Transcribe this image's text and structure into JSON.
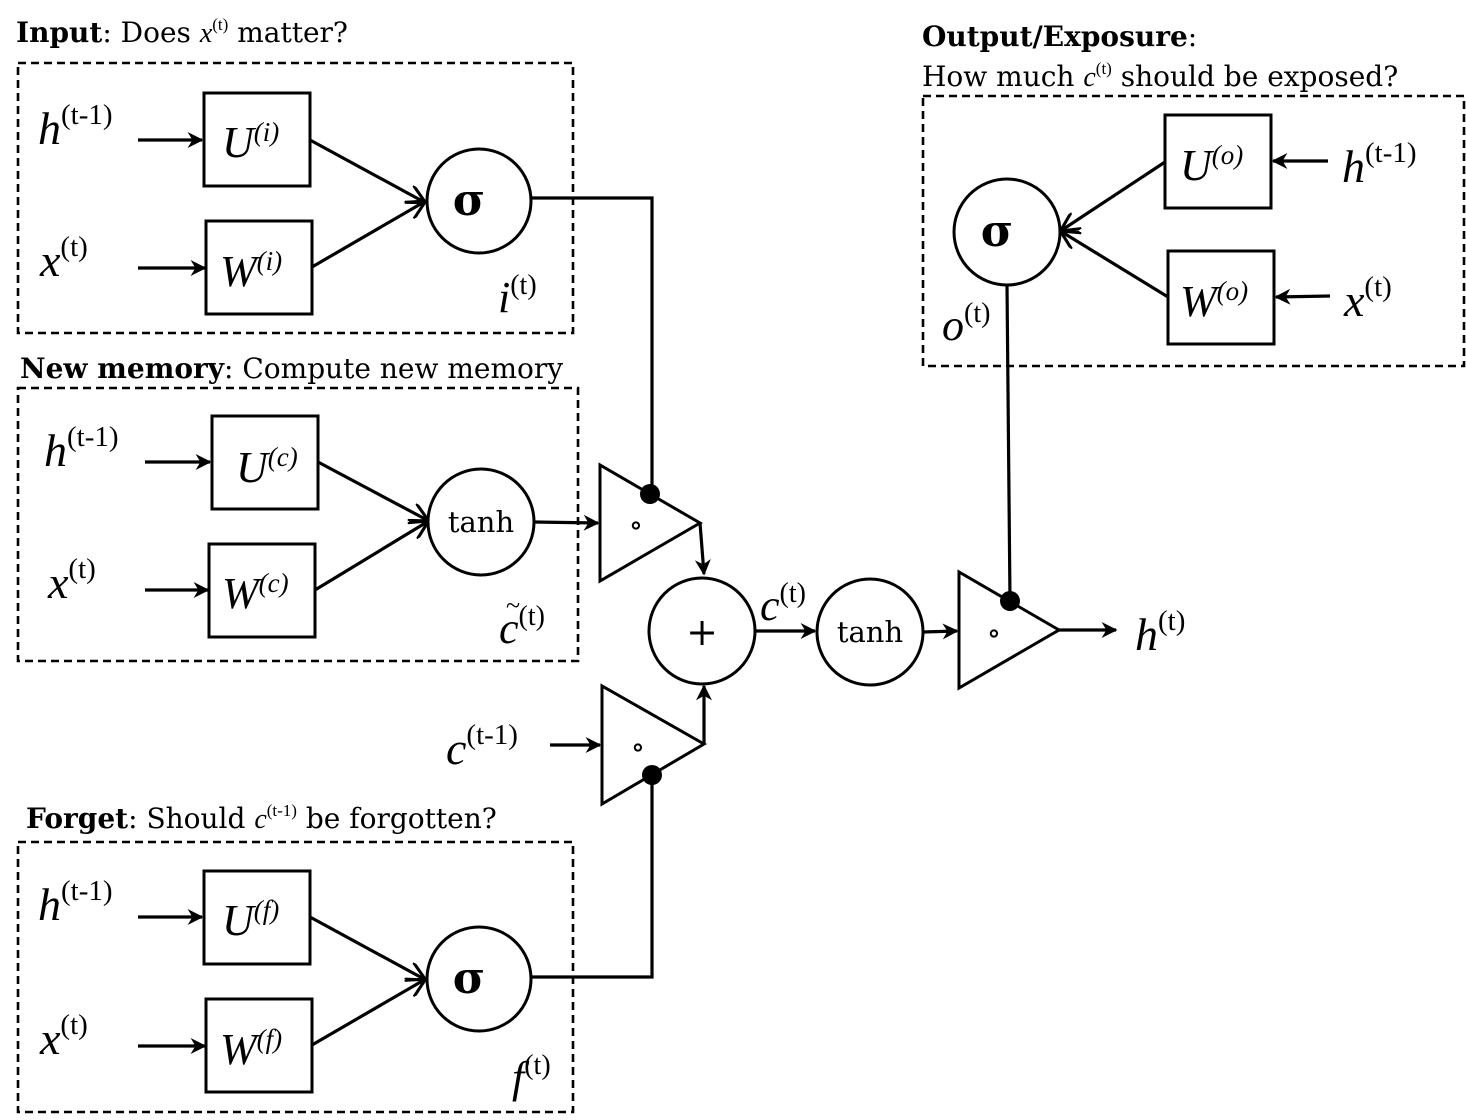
{
  "sections": {
    "input": {
      "bold": "Input",
      "rest_a": ": Does ",
      "var": "x",
      "sup": "(t)",
      "rest_b": " matter?"
    },
    "new_memory": {
      "bold": "New memory",
      "rest": ": Compute new memory"
    },
    "forget": {
      "bold": "Forget",
      "rest_a": ": Should ",
      "var": "c",
      "sup": "(t-1)",
      "rest_b": " be forgotten?"
    },
    "output": {
      "bold": "Output/Exposure",
      "colon": ":",
      "q_a": "How much ",
      "var": "c",
      "sup": "(t)",
      "q_b": " should be exposed?"
    }
  },
  "vars": {
    "h": "h",
    "x": "x",
    "c": "c",
    "o": "o",
    "i": "i",
    "f": "f",
    "sup_t": "(t)",
    "sup_t1": "(t-1)"
  },
  "matrices": {
    "U": "U",
    "W": "W",
    "sup_i": "(i)",
    "sup_c": "(c)",
    "sup_f": "(f)",
    "sup_o": "(o)"
  },
  "nodes": {
    "sigma": "σ",
    "tanh": "tanh",
    "plus": "+",
    "tilde": "~",
    "hadamard": "∘"
  },
  "colors": {
    "ink": "#000000",
    "background": "#ffffff"
  }
}
